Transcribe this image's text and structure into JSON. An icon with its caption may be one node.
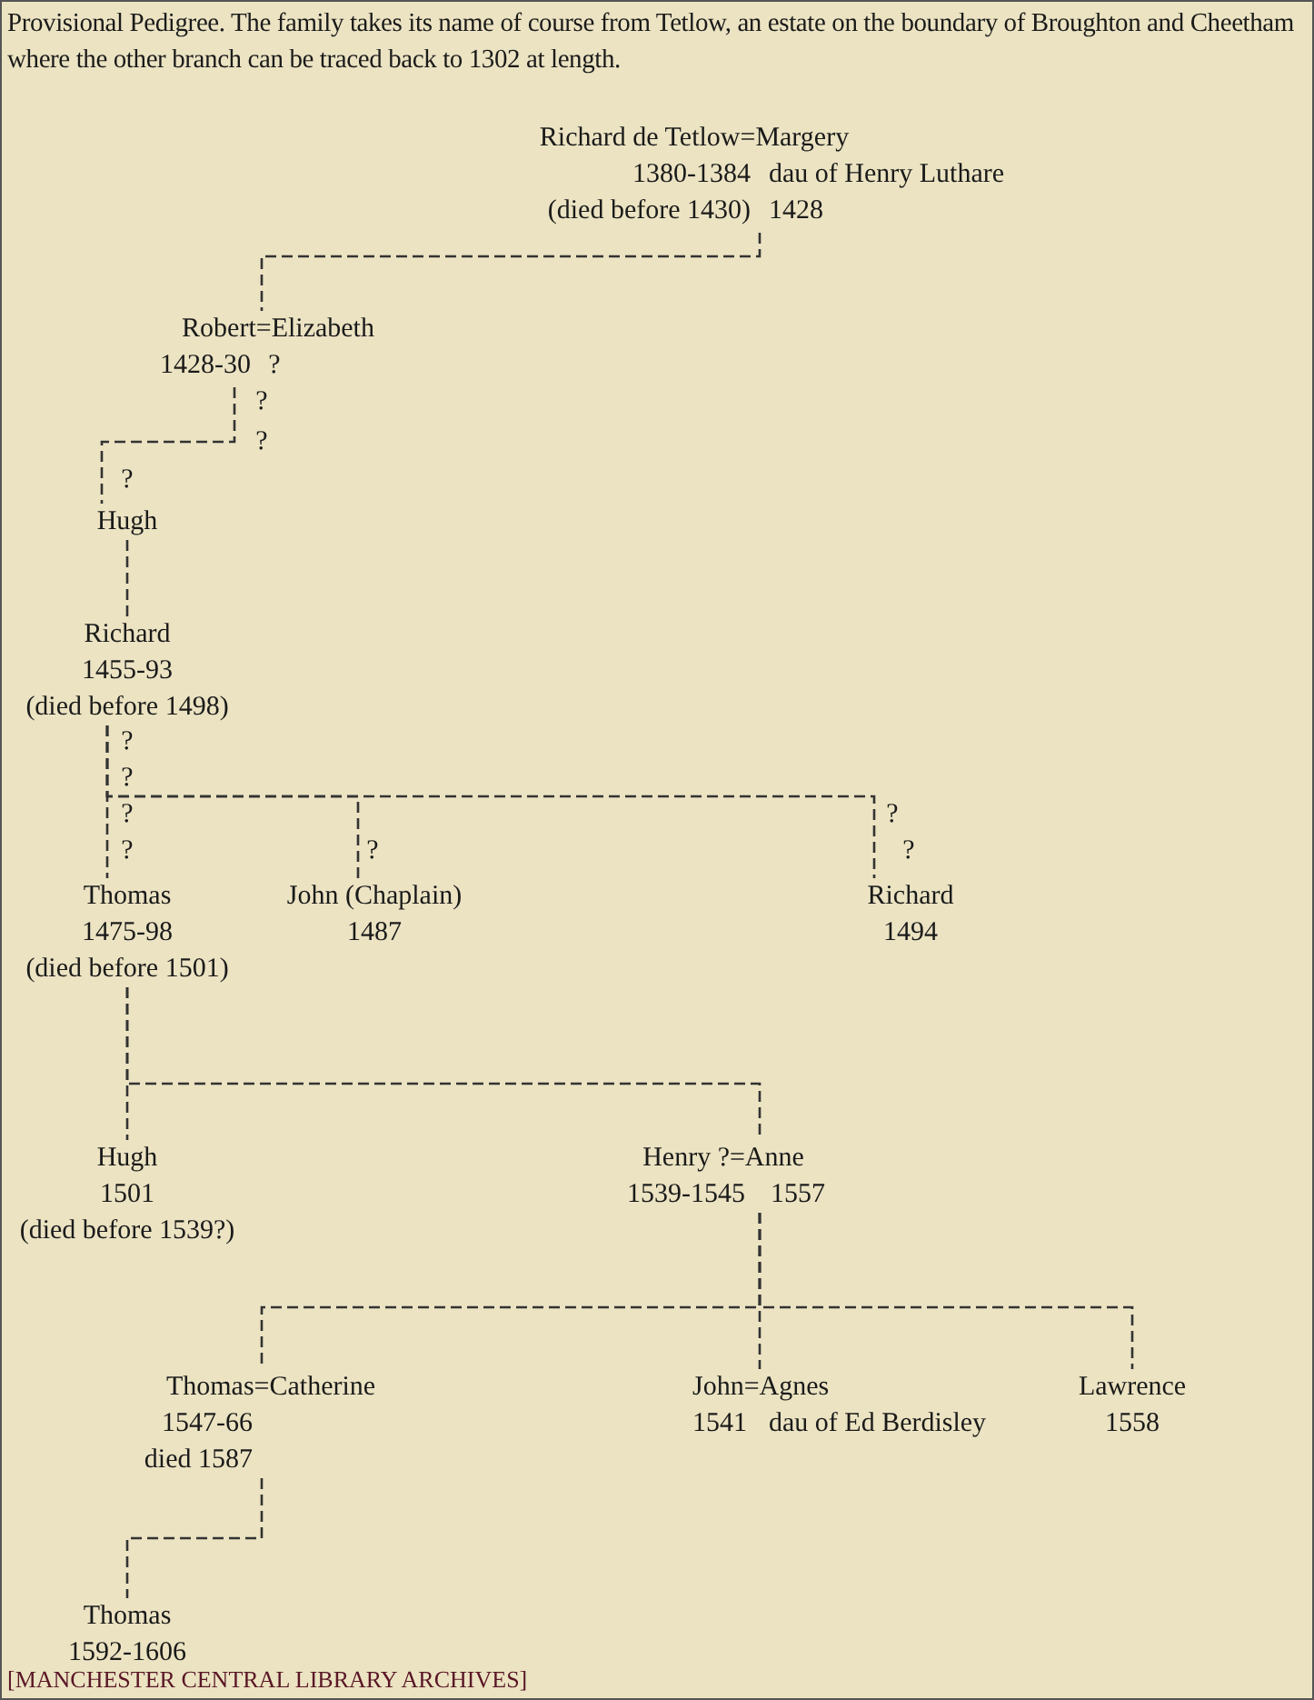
{
  "diagram": {
    "title": "Provisional Pedigree. The family takes its name of course from Tetlow, an estate on the boundary of Broughton and Cheetham where the other branch can be traced back to 1302 at length.",
    "caption": "[MANCHESTER CENTRAL LIBRARY ARCHIVES]",
    "nodes": [
      {
        "text": [
          "Richard de Tetlow=Margery",
          "1380-1384",
          "(died before 1430)",
          "dau of Henry Luthare",
          "1428"
        ]
      },
      {
        "text": [
          "Robert=Elizabeth",
          "1428-30"
        ]
      },
      {
        "text": [
          "Hugh"
        ]
      },
      {
        "text": [
          "Richard",
          "1455-93",
          "(died before 1498)"
        ]
      },
      {
        "text": [
          "Thomas",
          "1475-98",
          "(died before 1501)"
        ]
      },
      {
        "text": [
          "John (Chaplain)",
          "1487"
        ]
      },
      {
        "text": [
          "Richard",
          "1494"
        ]
      },
      {
        "text": [
          "Hugh",
          "1501",
          "(died before 1539?)"
        ]
      },
      {
        "text": [
          "Henry ?=Anne",
          "1539-1545",
          "1557"
        ]
      },
      {
        "text": [
          "Thomas=Catherine",
          "1547-66",
          "died 1587"
        ]
      },
      {
        "text": [
          "John=Agnes",
          "1541",
          "dau of Ed Berdisley"
        ]
      },
      {
        "text": [
          "Lawrence",
          "1558"
        ]
      },
      {
        "text": [
          "Thomas",
          "1592-1606"
        ]
      }
    ],
    "edges": [
      {
        "from": 0,
        "to": 1,
        "arrow": "none",
        "style": "dashed"
      },
      {
        "from": 1,
        "to": 2,
        "arrow": "none",
        "style": "dashed"
      },
      {
        "from": 2,
        "to": 3,
        "arrow": "none",
        "style": "dashed"
      },
      {
        "from": 3,
        "to": 4,
        "arrow": "none",
        "style": "dashed"
      },
      {
        "from": 3,
        "to": 5,
        "arrow": "none",
        "style": "dashed"
      },
      {
        "from": 3,
        "to": 6,
        "arrow": "none",
        "style": "dashed"
      },
      {
        "from": 4,
        "to": 7,
        "arrow": "none",
        "style": "dashed"
      },
      {
        "from": 4,
        "to": 8,
        "arrow": "none",
        "style": "dashed"
      },
      {
        "from": 8,
        "to": 9,
        "arrow": "none",
        "style": "dashed"
      },
      {
        "from": 8,
        "to": 10,
        "arrow": "none",
        "style": "dashed"
      },
      {
        "from": 8,
        "to": 11,
        "arrow": "none",
        "style": "dashed"
      },
      {
        "from": 9,
        "to": 12,
        "arrow": "none",
        "style": "dashed"
      }
    ],
    "labels": [
      "?",
      "?",
      "?",
      "?",
      "?",
      "?",
      "?",
      "?",
      "?",
      "?",
      "?"
    ]
  }
}
